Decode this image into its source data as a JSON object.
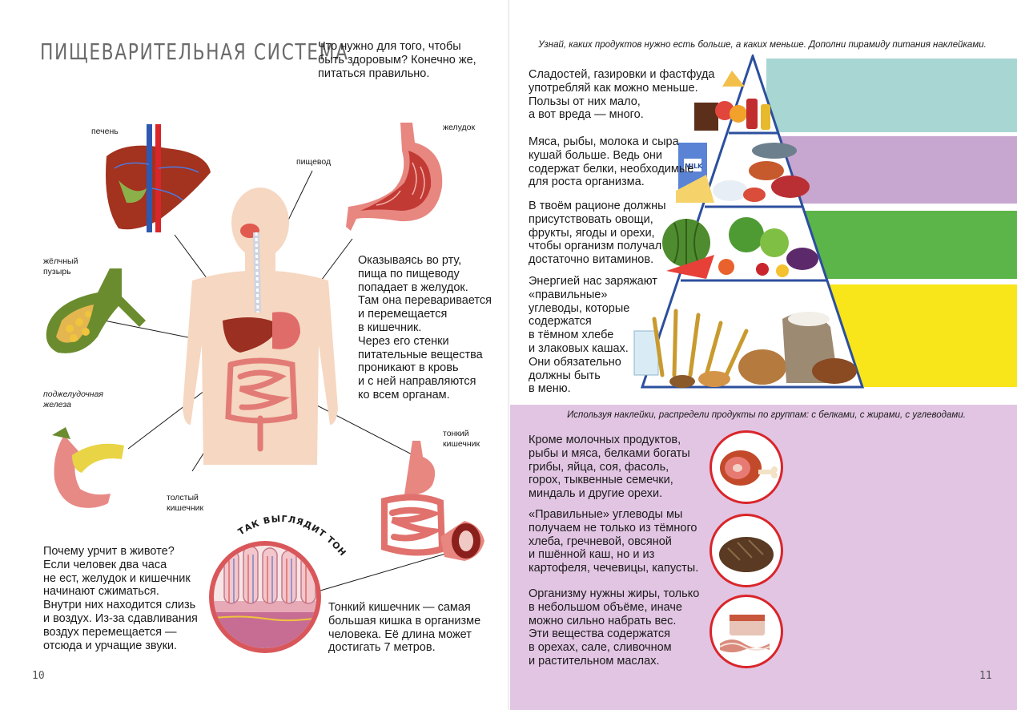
{
  "left_page": {
    "title": "ПИЩЕВАРИТЕЛЬНАЯ СИСТЕМА",
    "intro": "Что нужно для того, чтобы\nбыть здоровым? Конечно же,\nпитаться правильно.",
    "labels": {
      "liver": "печень",
      "esophagus": "пищевод",
      "stomach": "желудок",
      "gallbladder": "жёлчный\nпузырь",
      "pancreas": "поджелудочная\nжелеза",
      "large_intestine": "толстый\nкишечник",
      "small_intestine": "тонкий\nкишечник"
    },
    "digestion_text": "Оказываясь во рту,\nпища по пищеводу\nпопадает в желудок.\nТам она переваривается\nи перемещается\nв кишечник.\nЧерез его стенки\nпитательные вещества\nпроникают в кровь\nи с ней направляются\nко всем органам.",
    "cross_section_label": "ТАК ВЫГЛЯДИТ ТОНКИЙ КИШЕЧНИК В РАЗРЕЗЕ",
    "rumble_text": "Почему урчит в животе?\nЕсли человек два часа\nне ест, желудок и кишечник\nначинают сжиматься.\nВнутри них находится слизь\nи воздух. Из-за сдавливания\nвоздух перемещается —\nотсюда и урчащие звуки.",
    "small_intestine_text": "Тонкий кишечник — самая\nбольшая кишка в организме\nчеловека. Её длина может\nдостигать 7 метров.",
    "page_number": "10"
  },
  "right_page": {
    "pyramid_caption": "Узнай, каких продуктов нужно есть больше, а каких меньше. Дополни пирамиду питания наклейками.",
    "pyramid_levels": [
      {
        "text": "Сладостей, газировки и фастфуда\nупотребляй как можно меньше.\nПользы от них мало,\nа вот вреда — много.",
        "color": "#a7d6d3"
      },
      {
        "text": "Мяса, рыбы, молока и сыра\nкушай больше. Ведь они\nсодержат белки, необходимые\nдля роста организма.",
        "color": "#c7a6cf"
      },
      {
        "text": "В твоём рационе должны\nприсутствовать овощи,\nфрукты, ягоды и орехи,\nчтобы организм получал\nдостаточно витаминов.",
        "color": "#5cb548"
      },
      {
        "text": "Энергией нас заряжают\n«правильные»\nуглеводы, которые\nсодержатся\nв тёмном хлебе\nи злаковых кашах.\nОни обязательно\nдолжны быть\nв меню.",
        "color": "#f8e61a"
      }
    ],
    "milk_label": "MILK",
    "groups_caption": "Используя наклейки, распредели продукты по группам: с белками, с жирами, с углеводами.",
    "groups": [
      {
        "text": "Кроме молочных продуктов,\nрыбы и мяса, белками богаты\nгрибы, яйца, соя, фасоль,\nгорох, тыквенные семечки,\nминдаль и другие орехи.",
        "icon": "ham-icon"
      },
      {
        "text": "«Правильные» углеводы мы\nполучаем не только из тёмного\nхлеба, гречневой, овсяной\nи пшённой каш, но и из\nкартофеля, чечевицы, капусты.",
        "icon": "bread-icon"
      },
      {
        "text": "Организму нужны жиры, только\nв небольшом объёме, иначе\nможно сильно набрать вес.\nЭти вещества содержатся\nв орехах, сале, сливочном\nи растительном маслах.",
        "icon": "bacon-icon"
      }
    ],
    "page_number": "11"
  }
}
